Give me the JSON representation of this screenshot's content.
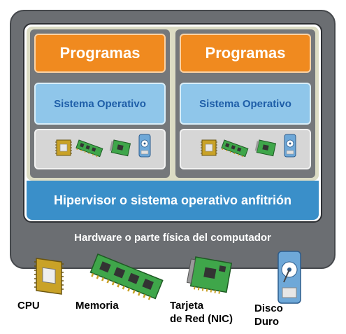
{
  "vms": [
    {
      "programs": "Programas",
      "os": "Sistema Operativo"
    },
    {
      "programs": "Programas",
      "os": "Sistema Operativo"
    }
  ],
  "hypervisor": "Hipervisor o sistema operativo anfitrión",
  "hardware_title": "Hardware o parte física del computador",
  "components": {
    "cpu": "CPU",
    "memory": "Memoria",
    "nic_line1": "Tarjeta",
    "nic_line2": "de Red (NIC)",
    "disk_line1": "Disco",
    "disk_line2": "Duro"
  },
  "icons": {
    "virtual_hardware": [
      "cpu-chip-icon",
      "memory-module-icon",
      "network-card-icon",
      "hard-disk-icon"
    ],
    "physical_hardware": [
      "cpu-chip-icon",
      "memory-module-icon",
      "network-card-icon",
      "hard-disk-icon"
    ]
  },
  "colors": {
    "programs": "#f08a1f",
    "operating_system": "#8fc6ea",
    "os_text": "#1e5ea8",
    "hypervisor": "#3a8fc9",
    "hardware_frame": "#6b6e72",
    "component_green": "#3fa64a"
  }
}
